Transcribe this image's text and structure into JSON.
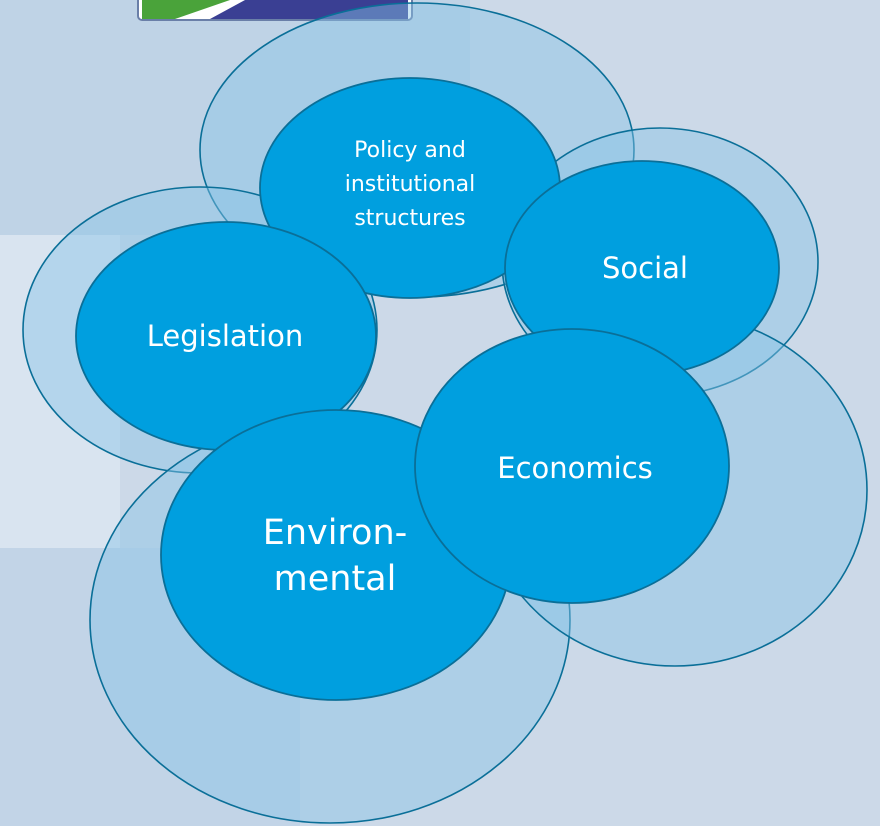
{
  "diagram": {
    "labels": {
      "policy": "Policy and\ninstitutional\nstructures",
      "social": "Social",
      "legislation": "Legislation",
      "economics": "Economics",
      "environmental": "Environ-\nmental"
    }
  },
  "colors": {
    "background": "#ccd9e8",
    "node_fill": "#009fdf",
    "node_stroke": "#0a6f98",
    "ring_fill": "#87c3e6",
    "logo_green": "#4aa33a",
    "logo_blue": "#3a3f93"
  }
}
